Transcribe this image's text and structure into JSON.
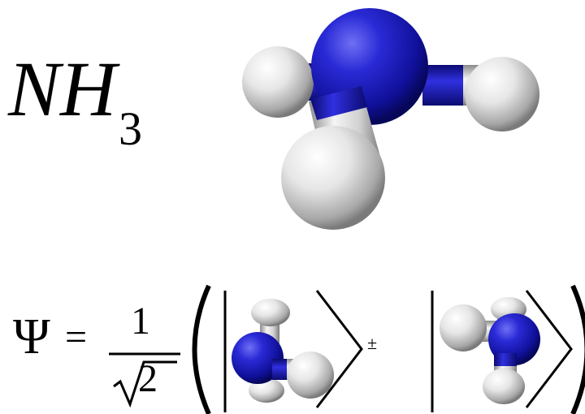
{
  "title": {
    "main": "NH",
    "subscript": "3"
  },
  "equation": {
    "psi": "Ψ",
    "equals": "=",
    "numerator": "1",
    "radicand": "2",
    "plus_minus": "±"
  },
  "colors": {
    "nitrogen": "#1414b8",
    "hydrogen": "#e8e8e8",
    "text": "#000000"
  }
}
